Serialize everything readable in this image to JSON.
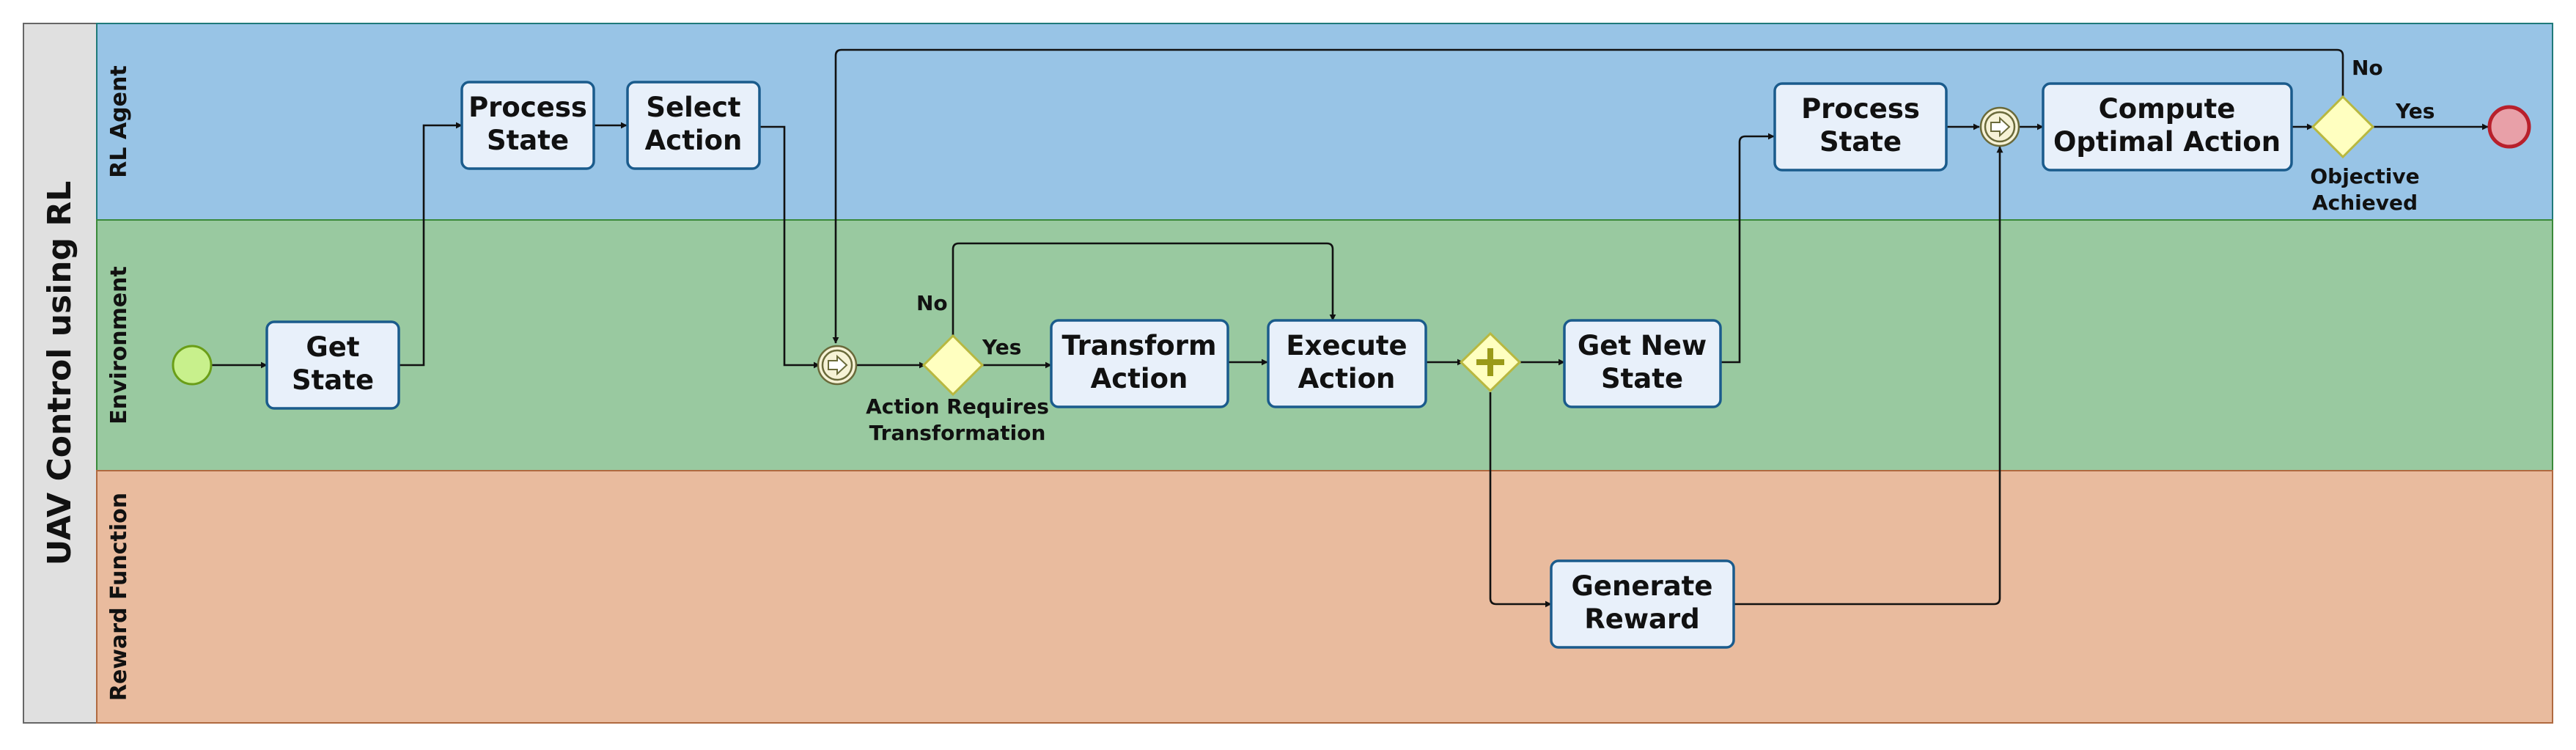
{
  "pool": {
    "title": "UAV Control using RL"
  },
  "lanes": [
    {
      "id": "rl-agent",
      "label": "RL Agent",
      "color": "#98c4e6"
    },
    {
      "id": "environment",
      "label": "Environment",
      "color": "#99c9a0"
    },
    {
      "id": "reward-function",
      "label": "Reward Function",
      "color": "#e9bb9e"
    }
  ],
  "tasks": {
    "get_state": [
      "Get",
      "State"
    ],
    "process_state_1": [
      "Process",
      "State"
    ],
    "select_action": [
      "Select",
      "Action"
    ],
    "transform_action": [
      "Transform",
      "Action"
    ],
    "execute_action": [
      "Execute",
      "Action"
    ],
    "get_new_state": [
      "Get New",
      "State"
    ],
    "generate_reward": [
      "Generate",
      "Reward"
    ],
    "process_state_2": [
      "Process",
      "State"
    ],
    "compute_optimal_action": [
      "Compute",
      "Optimal Action"
    ]
  },
  "gateways": {
    "transform_check": {
      "label": [
        "Action Requires",
        "Transformation"
      ],
      "yes": "Yes",
      "no": "No"
    },
    "objective_check": {
      "label": [
        "Objective",
        "Achieved"
      ],
      "yes": "Yes",
      "no": "No"
    }
  },
  "colors": {
    "task_fill": "#e8f0fa",
    "task_stroke": "#1a5b8c",
    "start_event": "#c8f08c",
    "end_event": "#e8a0a8",
    "gateway_fill": "#ffffc0",
    "gateway_stroke": "#b8b840",
    "parallel_plus": "#9a9a18",
    "pool_header": "#e0e0e0"
  }
}
